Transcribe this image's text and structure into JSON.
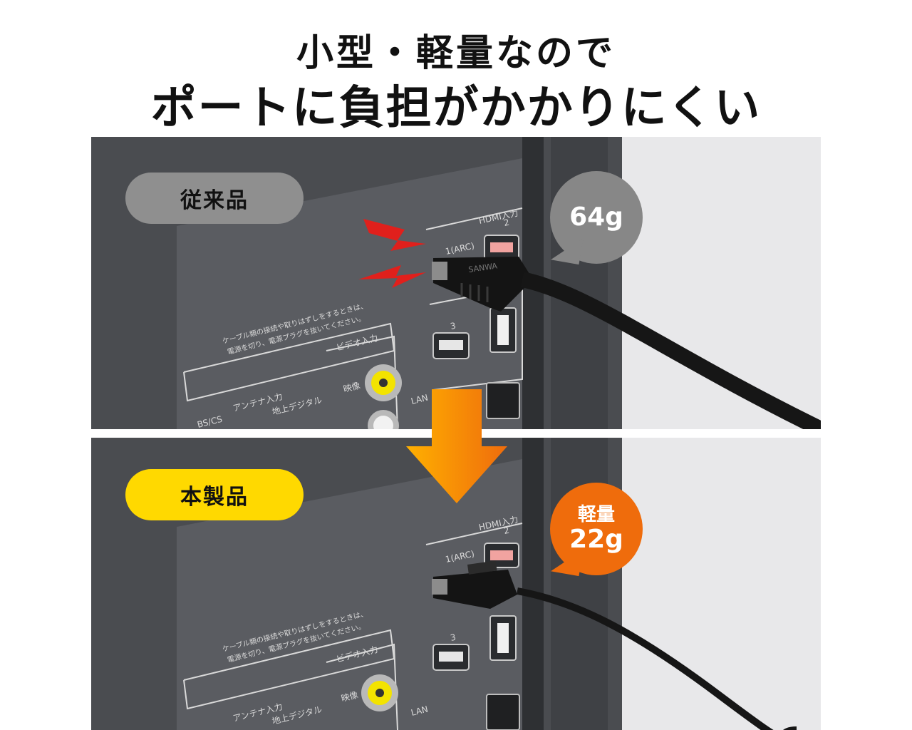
{
  "headline": {
    "line1": "小型・軽量なので",
    "line2": "ポートに負担がかかりにくい"
  },
  "conventional": {
    "label": "従来品",
    "weight": "64g"
  },
  "product": {
    "label": "本製品",
    "weight_label": "軽量",
    "weight": "22g"
  },
  "tv_panel": {
    "hdmi_header": "HDMI入力",
    "port_1": "1(ARC)",
    "port_2": "2",
    "port_3": "3",
    "caution_line1": "ケーブル類の接続や取りはずしをするときは、",
    "caution_line2": "電源を切り、電源プラグを抜いてください。",
    "video_input": "ビデオ入力",
    "video_label": "映像",
    "antenna_input": "アンテナ入力",
    "terrestrial_digital": "地上デジタル",
    "bs_cs": "BS/CS",
    "lan": "LAN",
    "brand_mark": "SANWA"
  },
  "colors": {
    "tv_body": "#4a4c50",
    "gray_label": "#8f8f8f",
    "yellow_label": "#ffd900",
    "orange_bubble": "#ef6c0c",
    "spark_red": "#e0201c"
  }
}
